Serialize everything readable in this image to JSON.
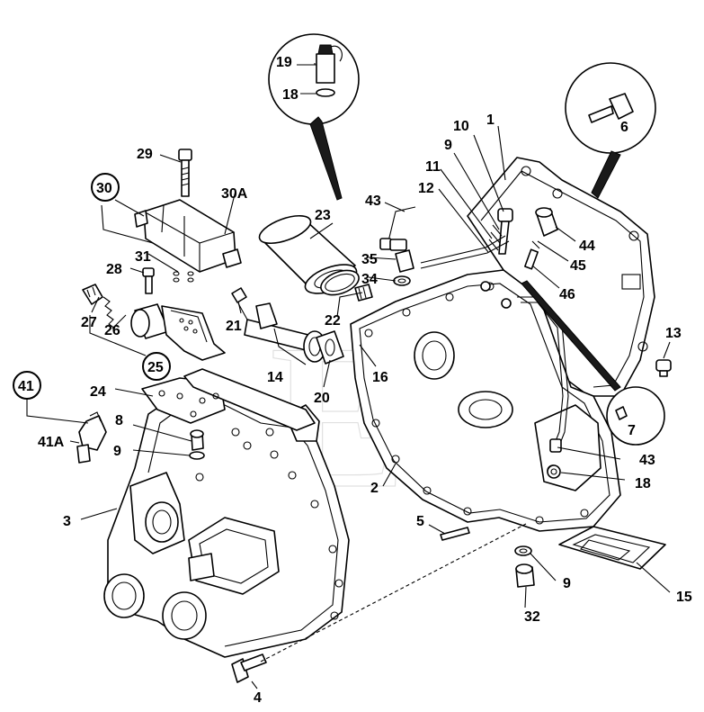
{
  "diagram": {
    "type": "exploded-parts-diagram",
    "colors": {
      "line": "#000000",
      "background": "#ffffff",
      "watermark": "#c8c8c8"
    },
    "labels": {
      "p1": "1",
      "p2": "2",
      "p3": "3",
      "p4": "4",
      "p5": "5",
      "p6": "6",
      "p7": "7",
      "p8": "8",
      "p9a": "9",
      "p9b": "9",
      "p9c": "9",
      "p10": "10",
      "p11": "11",
      "p12": "12",
      "p13": "13",
      "p14": "14",
      "p15": "15",
      "p16": "16",
      "p18a": "18",
      "p18b": "18",
      "p19": "19",
      "p20": "20",
      "p21": "21",
      "p22": "22",
      "p23": "23",
      "p24": "24",
      "p25": "25",
      "p26": "26",
      "p27": "27",
      "p28": "28",
      "p29": "29",
      "p30": "30",
      "p30a": "30A",
      "p31": "31",
      "p32": "32",
      "p34": "34",
      "p35": "35",
      "p41": "41",
      "p41a": "41A",
      "p43a": "43",
      "p43b": "43",
      "p44": "44",
      "p45": "45",
      "p46": "46"
    }
  }
}
